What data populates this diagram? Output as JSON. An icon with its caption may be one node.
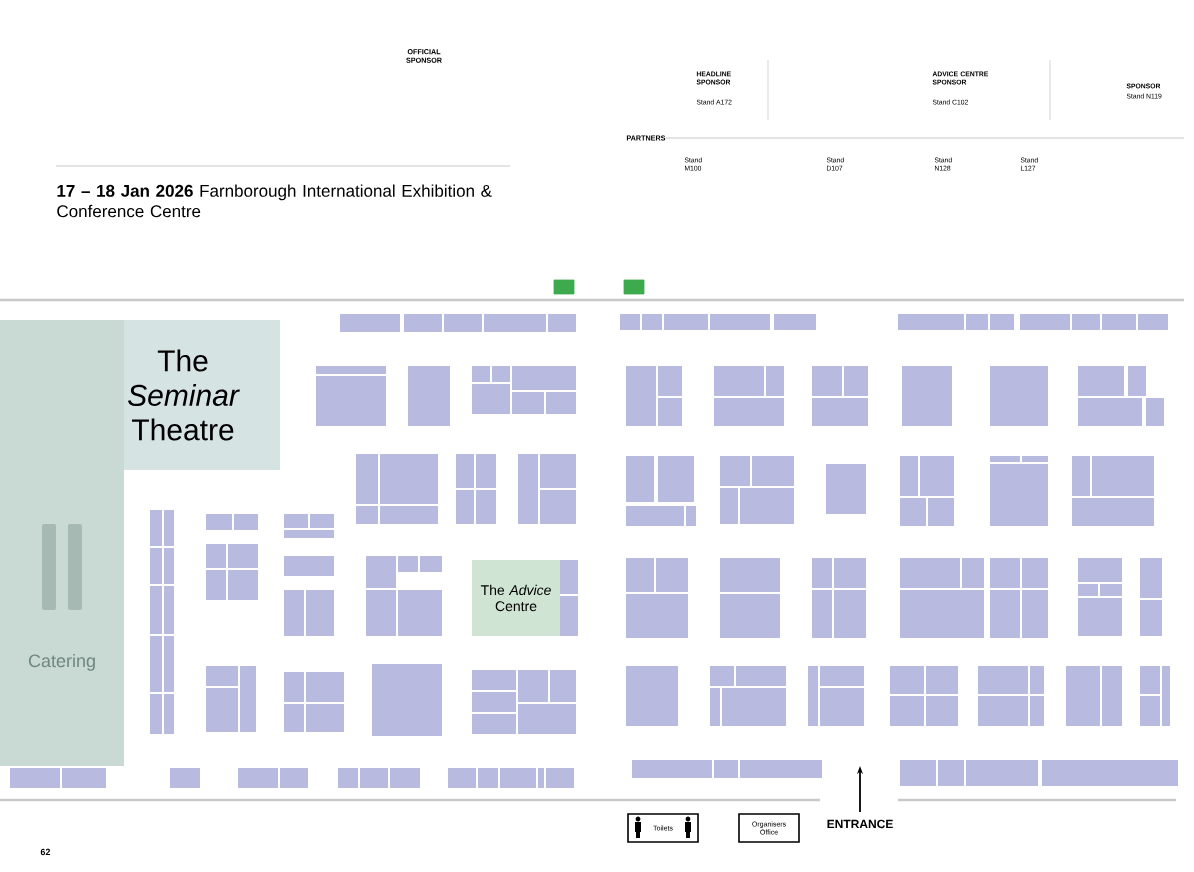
{
  "diagram": {
    "nodes": [
      {
        "text": [
          "The *Seminar* Theatre"
        ]
      },
      {
        "text": [
          "Catering"
        ]
      },
      {
        "text": [
          "The *Advice* Centre"
        ]
      },
      {
        "text": [
          "Toilets"
        ]
      },
      {
        "text": [
          "Organisers Office"
        ]
      }
    ],
    "labels": [
      "OFFICIAL SPONSOR",
      "**17 – 18 Jan 2026** Farnborough International Exhibition & Conference Centre",
      "HEADLINE SPONSOR",
      "Stand A172",
      "ADVICE CENTRE SPONSOR",
      "Stand C102",
      "SPONSOR",
      "Stand N119",
      "PARTNERS",
      "Stand M100",
      "Stand D107",
      "Stand N128",
      "Stand L127",
      "62",
      "ENTRANCE"
    ]
  }
}
